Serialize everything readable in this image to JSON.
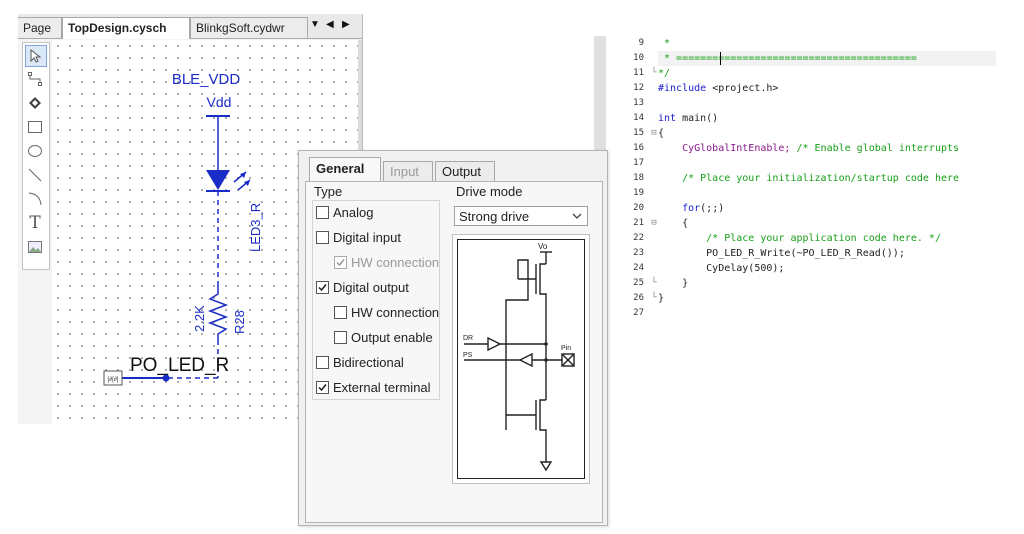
{
  "schematic": {
    "tabs": [
      {
        "label": "Page",
        "active": false
      },
      {
        "label": "TopDesign.cysch",
        "active": true
      },
      {
        "label": "BlinkgSoft.cydwr",
        "active": false
      }
    ],
    "nav": {
      "menu_glyph": "▼",
      "prev_glyph": "◀",
      "next_glyph": "▶"
    },
    "tools": [
      "select-icon",
      "wire-icon",
      "component-icon",
      "rectangle-icon",
      "ellipse-icon",
      "line-icon",
      "arc-icon",
      "text-icon",
      "image-icon"
    ],
    "text_tool_glyph": "T",
    "labels": {
      "power_net": "BLE_VDD",
      "vdd": "Vdd",
      "led": "LED3_R",
      "resistor_value": "2.2K",
      "resistor_ref": "R28",
      "pin_name": "PO_LED_R",
      "pin_tag": "[∂[∂]"
    },
    "colors": {
      "wire": "#1a2cc8",
      "component": "#1a2cc8"
    }
  },
  "dialog": {
    "tabs": [
      {
        "label": "General",
        "active": true,
        "disabled": false
      },
      {
        "label": "Input",
        "active": false,
        "disabled": true
      },
      {
        "label": "Output",
        "active": false,
        "disabled": false
      }
    ],
    "type_label": "Type",
    "options": [
      {
        "label": "Analog",
        "checked": false,
        "disabled": false,
        "indent": 0
      },
      {
        "label": "Digital input",
        "checked": false,
        "disabled": false,
        "indent": 0
      },
      {
        "label": "HW connection",
        "checked": true,
        "disabled": true,
        "indent": 1
      },
      {
        "label": "Digital output",
        "checked": true,
        "disabled": false,
        "indent": 0
      },
      {
        "label": "HW connection",
        "checked": false,
        "disabled": false,
        "indent": 1
      },
      {
        "label": "Output enable",
        "checked": false,
        "disabled": false,
        "indent": 1
      },
      {
        "label": "Bidirectional",
        "checked": false,
        "disabled": false,
        "indent": 0
      },
      {
        "label": "External terminal",
        "checked": true,
        "disabled": false,
        "indent": 0
      }
    ],
    "drive_mode_label": "Drive mode",
    "drive_mode_value": "Strong drive",
    "diagram_labels": {
      "vdd": "Vo",
      "dr": "DR",
      "ps": "PS",
      "pin": "Pin"
    }
  },
  "code": {
    "lines": [
      {
        "n": "9",
        "fold": "",
        "tokens": [
          {
            "t": " *",
            "c": "tk-comment"
          }
        ]
      },
      {
        "n": "10",
        "fold": "",
        "tokens": [
          {
            "t": " * ========================================",
            "c": "tk-comment"
          }
        ]
      },
      {
        "n": "11",
        "fold": "└",
        "tokens": [
          {
            "t": "*/",
            "c": "tk-comment"
          }
        ]
      },
      {
        "n": "12",
        "fold": "",
        "tokens": [
          {
            "t": "#include",
            "c": "tk-pp"
          },
          {
            "t": " <project.h>",
            "c": ""
          }
        ]
      },
      {
        "n": "13",
        "fold": "",
        "tokens": []
      },
      {
        "n": "14",
        "fold": "",
        "tokens": [
          {
            "t": "int",
            "c": "tk-kw"
          },
          {
            "t": " main()",
            "c": ""
          }
        ]
      },
      {
        "n": "15",
        "fold": "⊟",
        "tokens": [
          {
            "t": "{",
            "c": ""
          }
        ]
      },
      {
        "n": "16",
        "fold": "",
        "tokens": [
          {
            "t": "    CyGlobalIntEnable;",
            "c": "tk-fn"
          },
          {
            "t": " /* Enable global interrupts",
            "c": "tk-comment"
          }
        ]
      },
      {
        "n": "17",
        "fold": "",
        "tokens": []
      },
      {
        "n": "18",
        "fold": "",
        "tokens": [
          {
            "t": "    /* Place your initialization/startup code here",
            "c": "tk-comment"
          }
        ]
      },
      {
        "n": "19",
        "fold": "",
        "tokens": []
      },
      {
        "n": "20",
        "fold": "",
        "tokens": [
          {
            "t": "    for",
            "c": "tk-kw"
          },
          {
            "t": "(;;)",
            "c": ""
          }
        ]
      },
      {
        "n": "21",
        "fold": "⊟",
        "tokens": [
          {
            "t": "    {",
            "c": ""
          }
        ]
      },
      {
        "n": "22",
        "fold": "",
        "tokens": [
          {
            "t": "        /* Place your application code here. */",
            "c": "tk-comment"
          }
        ]
      },
      {
        "n": "23",
        "fold": "",
        "tokens": [
          {
            "t": "        PO_LED_R_Write(~PO_LED_R_Read());",
            "c": ""
          }
        ]
      },
      {
        "n": "24",
        "fold": "",
        "tokens": [
          {
            "t": "        CyDelay(500);",
            "c": ""
          }
        ]
      },
      {
        "n": "25",
        "fold": "└",
        "tokens": [
          {
            "t": "    }",
            "c": ""
          }
        ]
      },
      {
        "n": "26",
        "fold": "└",
        "tokens": [
          {
            "t": "}",
            "c": ""
          }
        ]
      },
      {
        "n": "27",
        "fold": "",
        "tokens": []
      }
    ]
  }
}
